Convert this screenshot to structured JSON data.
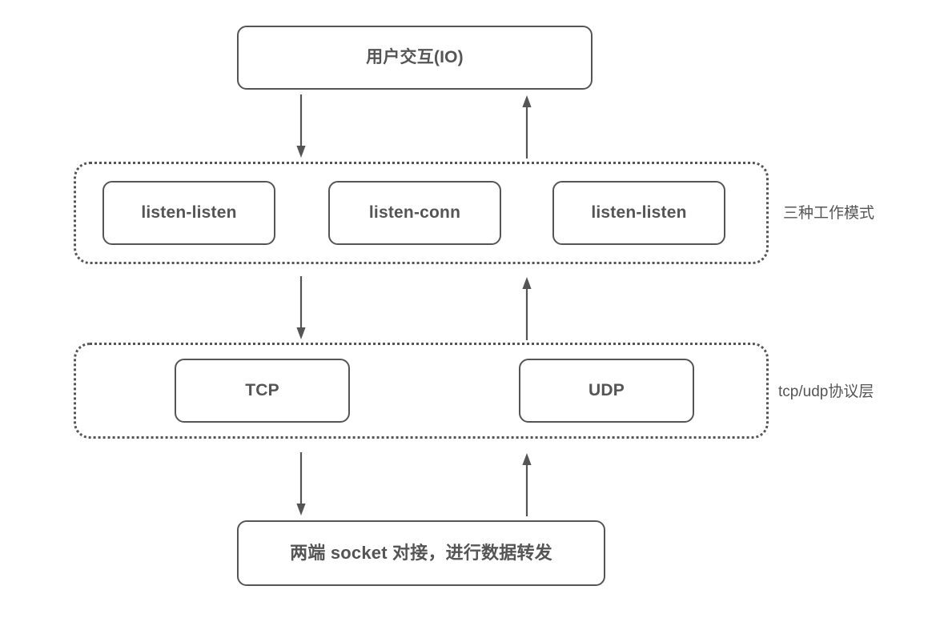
{
  "diagram": {
    "title_box": {
      "label": "用户交互(IO)"
    },
    "mode_layer": {
      "side_label": "三种工作模式",
      "boxes": [
        {
          "label": "listen-listen"
        },
        {
          "label": "listen-conn"
        },
        {
          "label": "listen-listen"
        }
      ]
    },
    "protocol_layer": {
      "side_label": "tcp/udp协议层",
      "boxes": [
        {
          "label": "TCP"
        },
        {
          "label": "UDP"
        }
      ]
    },
    "bottom_box": {
      "label": "两端 socket 对接，进行数据转发"
    },
    "connectors": [
      {
        "name": "io-to-mode-down",
        "direction": "down"
      },
      {
        "name": "mode-to-io-up",
        "direction": "up"
      },
      {
        "name": "mode-to-protocol-down",
        "direction": "down"
      },
      {
        "name": "protocol-to-mode-up",
        "direction": "up"
      },
      {
        "name": "protocol-to-socket-down",
        "direction": "down"
      },
      {
        "name": "socket-to-protocol-up",
        "direction": "up"
      }
    ],
    "colors": {
      "stroke": "#555555",
      "text": "#555555",
      "background": "#ffffff"
    }
  }
}
